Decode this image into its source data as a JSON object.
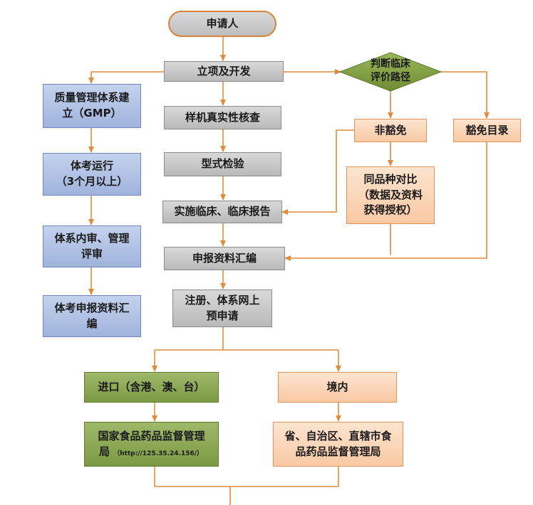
{
  "nodes": {
    "applicant": "申请人",
    "project": "立项及开发",
    "judge_line1": "判断临床",
    "judge_line2": "评价路径",
    "qms_line1": "质量管理体系建",
    "qms_line2": "立（GMP）",
    "sample_check": "样机真实性核查",
    "non_exempt": "非豁免",
    "exempt_list": "豁免目录",
    "type_test": "型式检验",
    "trial_line1": "体考运行",
    "trial_line2": "（3个月以上）",
    "same_line1": "同品种对比",
    "same_line2": "（数据及资料",
    "same_line3": "获得授权）",
    "clinical": "实施临床、临床报告",
    "audit_line1": "体系内审、管理",
    "audit_line2": "评审",
    "compile": "申报资料汇编",
    "register_line1": "注册、体系网上",
    "register_line2": "预申请",
    "sys_line1": "体考申报资料汇",
    "sys_line2": "编",
    "import": "进口（含港、澳、台）",
    "domestic": "境内",
    "nmpa_line1": "国家食品药品监督管理",
    "nmpa_line2": "局",
    "nmpa_url": "（http://125.35.24.156/）",
    "prov_line1": "省、自治区、直辖市食",
    "prov_line2": "品药品监督管理局"
  },
  "colors": {
    "connector": "#e08a3c",
    "gray_box": "#c8c8c8",
    "blue_box": "#a9bbe0",
    "peach_box": "#fbd3b4",
    "green_box": "#86a34d",
    "diamond": "#7f9b3e"
  }
}
